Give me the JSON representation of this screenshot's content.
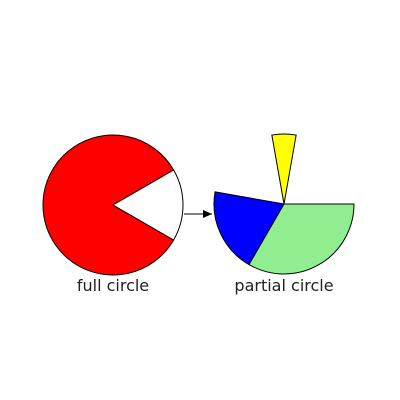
{
  "colors": {
    "background": "#ffffff",
    "stroke": "#000000",
    "text": "#222222"
  },
  "diagram": {
    "left": {
      "label": "full circle",
      "wedges": [
        {
          "name": "red",
          "color": "#ff0000",
          "start_deg": 30,
          "end_deg": 330
        },
        {
          "name": "white",
          "color": "#ffffff",
          "start_deg": -30,
          "end_deg": 30
        }
      ]
    },
    "right": {
      "label": "partial circle",
      "wedges": [
        {
          "name": "yellow",
          "color": "#ffff00",
          "start_deg": 80,
          "end_deg": 100,
          "radius_scale": 1.0
        },
        {
          "name": "blue",
          "color": "#0000ff",
          "start_deg": 170,
          "end_deg": 240,
          "radius_scale": 1.0
        },
        {
          "name": "green",
          "color": "#90ee90",
          "start_deg": 240,
          "end_deg": 360,
          "radius_scale": 1.0
        }
      ]
    },
    "arrow": {
      "label": ""
    }
  }
}
